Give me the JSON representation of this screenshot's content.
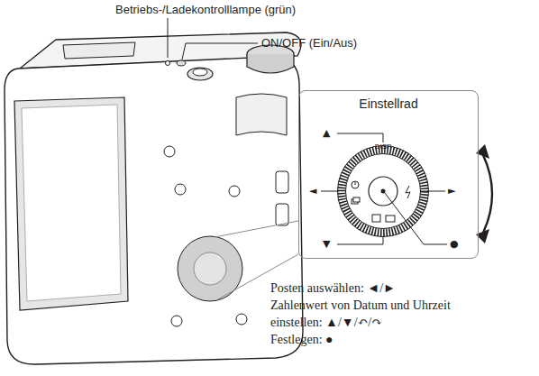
{
  "diagram": {
    "nodes": [
      {
        "text": [
          "Einstellrad"
        ]
      }
    ],
    "labels": [
      "Betriebs-/Ladekontrolllampe (grün)",
      "ON/OFF (Ein/Aus)",
      "DISP",
      "▲",
      "◄",
      "►",
      "▼",
      "●",
      "Posten auswählen: ◄/►",
      "Zahlenwert von Datum und Uhrzeit einstellen: ▲/▼/↶/↷",
      "Festlegen: ●"
    ]
  }
}
